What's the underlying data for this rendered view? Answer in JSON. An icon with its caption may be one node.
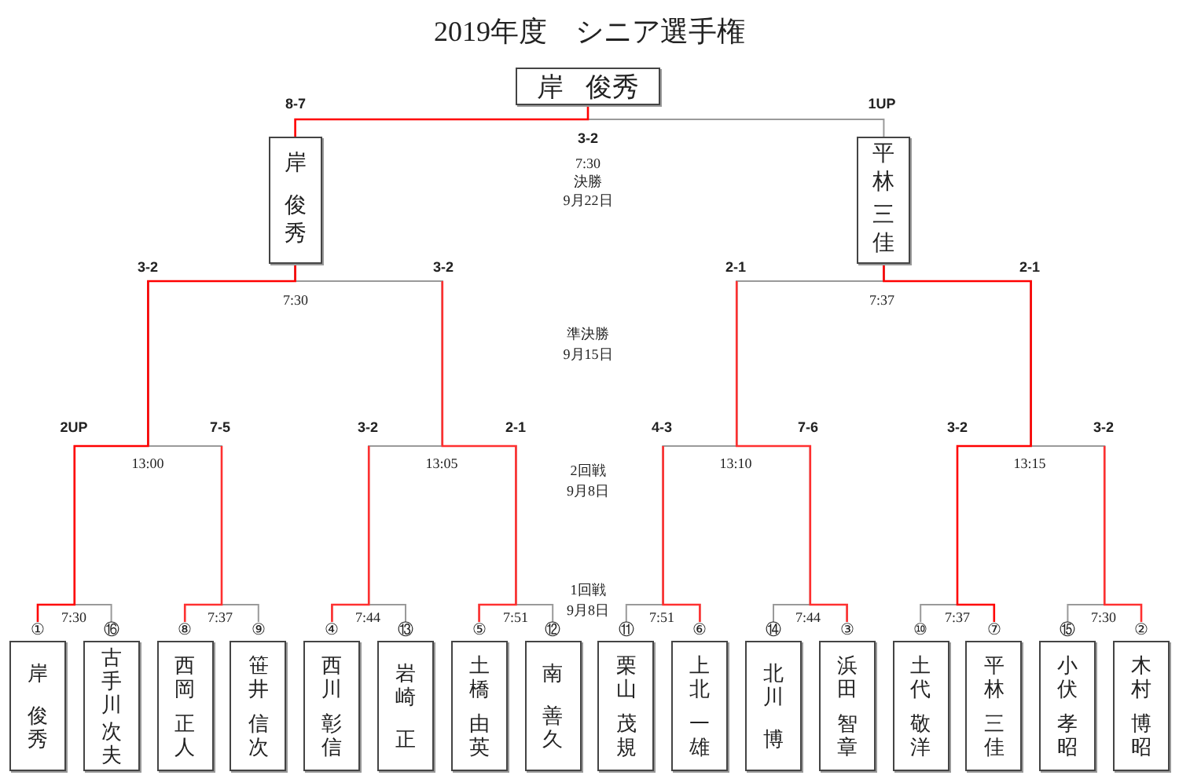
{
  "diagram": {
    "title": "2019年度　シニア選手権",
    "nodes": [
      {
        "text": [
          "岸",
          "俊秀"
        ]
      },
      {
        "text": [
          "岸",
          "俊秀"
        ]
      },
      {
        "text": [
          "平林",
          "三佳"
        ]
      },
      {
        "text": [
          "岸",
          "俊秀"
        ],
        "beside": [
          "①"
        ]
      },
      {
        "text": [
          "古手川",
          "次夫"
        ],
        "beside": [
          "⑯"
        ]
      },
      {
        "text": [
          "西岡",
          "正人"
        ],
        "beside": [
          "⑧"
        ]
      },
      {
        "text": [
          "笹井",
          "信次"
        ],
        "beside": [
          "⑨"
        ]
      },
      {
        "text": [
          "西川",
          "彰信"
        ],
        "beside": [
          "④"
        ]
      },
      {
        "text": [
          "岩崎",
          "正"
        ],
        "beside": [
          "⑬"
        ]
      },
      {
        "text": [
          "土橋",
          "由英"
        ],
        "beside": [
          "⑤"
        ]
      },
      {
        "text": [
          "南",
          "善久"
        ],
        "beside": [
          "⑫"
        ]
      },
      {
        "text": [
          "栗山",
          "茂規"
        ],
        "beside": [
          "⑪"
        ]
      },
      {
        "text": [
          "上北",
          "一雄"
        ],
        "beside": [
          "⑥"
        ]
      },
      {
        "text": [
          "北川",
          "博"
        ],
        "beside": [
          "⑭"
        ]
      },
      {
        "text": [
          "浜田",
          "智章"
        ],
        "beside": [
          "③"
        ]
      },
      {
        "text": [
          "土代",
          "敬洋"
        ],
        "beside": [
          "⑩"
        ]
      },
      {
        "text": [
          "平林",
          "三佳"
        ],
        "beside": [
          "⑦"
        ]
      },
      {
        "text": [
          "小伏",
          "孝昭"
        ],
        "beside": [
          "⑮"
        ]
      },
      {
        "text": [
          "木村",
          "博昭"
        ],
        "beside": [
          "②"
        ]
      }
    ],
    "edges": [
      {
        "from": 3,
        "to": 1,
        "arrow": "none",
        "color": "#ff0000"
      },
      {
        "from": 4,
        "to": 1,
        "arrow": "none"
      },
      {
        "from": 5,
        "to": 1,
        "arrow": "none"
      },
      {
        "from": 6,
        "to": 1,
        "arrow": "none"
      },
      {
        "from": 7,
        "to": 1,
        "arrow": "none"
      },
      {
        "from": 8,
        "to": 1,
        "arrow": "none"
      },
      {
        "from": 9,
        "to": 1,
        "arrow": "none"
      },
      {
        "from": 10,
        "to": 1,
        "arrow": "none"
      },
      {
        "from": 11,
        "to": 2,
        "arrow": "none"
      },
      {
        "from": 12,
        "to": 2,
        "arrow": "none"
      },
      {
        "from": 13,
        "to": 2,
        "arrow": "none"
      },
      {
        "from": 14,
        "to": 2,
        "arrow": "none"
      },
      {
        "from": 15,
        "to": 2,
        "arrow": "none"
      },
      {
        "from": 16,
        "to": 2,
        "arrow": "none",
        "color": "#ff0000"
      },
      {
        "from": 17,
        "to": 2,
        "arrow": "none"
      },
      {
        "from": 18,
        "to": 2,
        "arrow": "none"
      },
      {
        "from": 1,
        "to": 0,
        "arrow": "none",
        "color": "#ff0000"
      },
      {
        "from": 2,
        "to": 0,
        "arrow": "none"
      }
    ],
    "labels": [
      "8-7",
      "1UP",
      "3-2",
      "7:30",
      "決勝",
      "9月22日",
      "3-2",
      "3-2",
      "2-1",
      "2-1",
      "7:30",
      "7:37",
      "準決勝",
      "9月15日",
      "2UP",
      "7-5",
      "3-2",
      "2-1",
      "4-3",
      "7-6",
      "3-2",
      "3-2",
      "13:00",
      "13:05",
      "2回戦",
      "13:10",
      "13:15",
      "9月8日",
      "1回戦",
      "7:30",
      "7:37",
      "7:44",
      "7:51",
      "9月8日",
      "7:51",
      "7:44",
      "7:37",
      "7:30"
    ]
  }
}
